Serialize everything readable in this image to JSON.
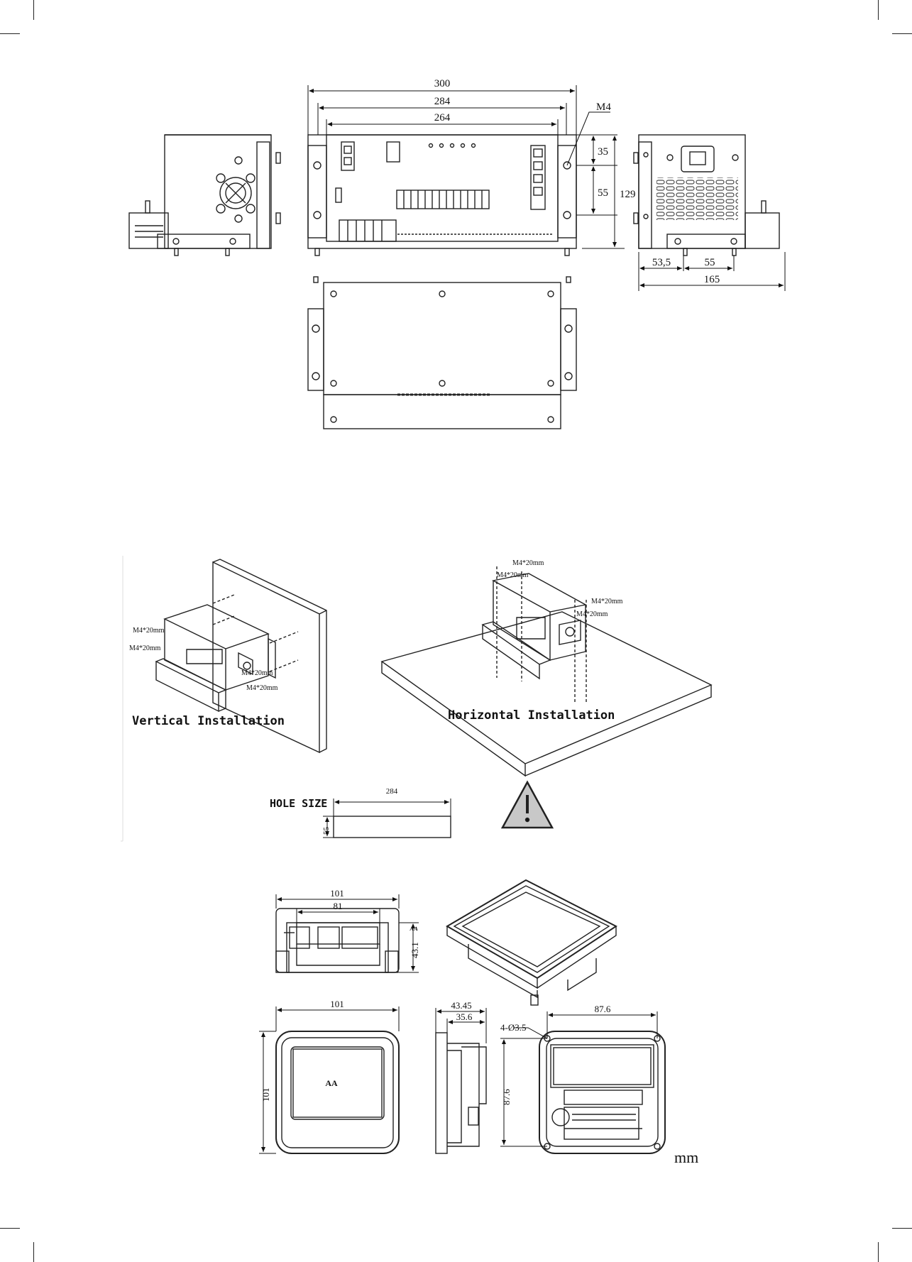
{
  "top_drawing": {
    "dims": {
      "d300": "300",
      "d284": "284",
      "d264": "264",
      "m4": "M4",
      "d35": "35",
      "d55": "55",
      "d129": "129",
      "d53_5": "53,5",
      "d55b": "55",
      "d165": "165"
    }
  },
  "installation": {
    "vertical_label": "Vertical Installation",
    "horizontal_label": "Horizontal Installation",
    "screw_label": "M4*20mm",
    "hole_size_label": "HOLE SIZE",
    "hole_width": "284",
    "hole_height": "55"
  },
  "bottom_drawing": {
    "d101a": "101",
    "d81": "81",
    "d43_1": "43.1",
    "d101b": "101",
    "d101c": "101",
    "d43_45": "43.45",
    "d35_6": "35.6",
    "d87_6a": "87.6",
    "d87_6b": "87.6",
    "holes": "4-Ø3.5",
    "display_label": "AA",
    "unit": "mm"
  }
}
